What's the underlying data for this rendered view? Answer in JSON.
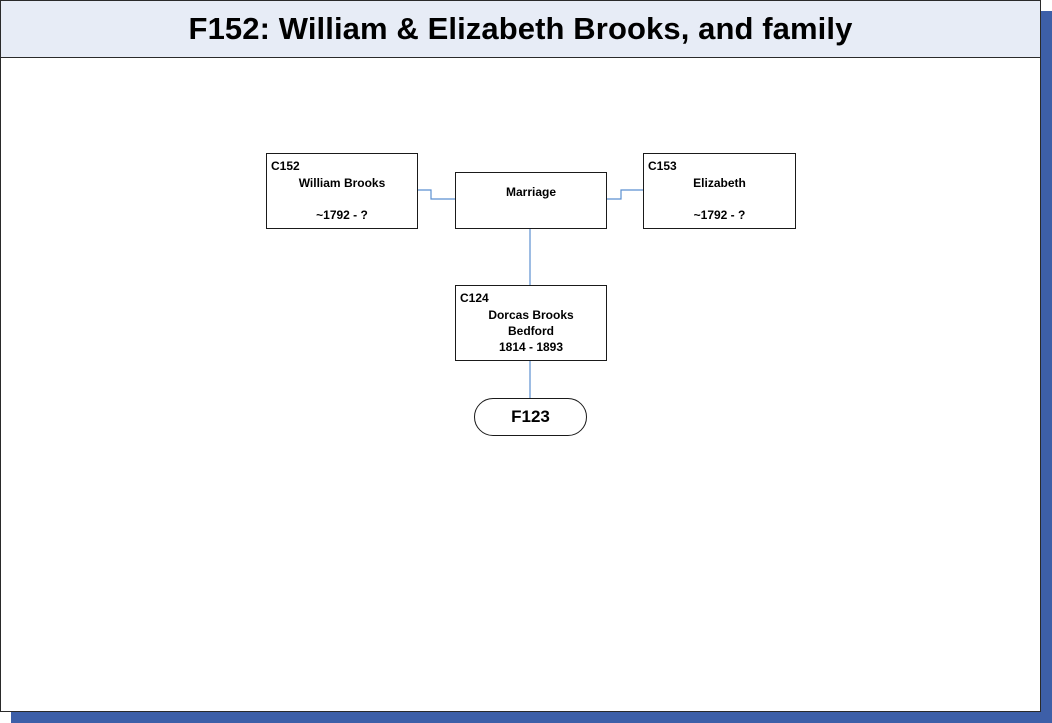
{
  "title": "F152: William & Elizabeth Brooks, and family",
  "colors": {
    "shadow": "#3d5fa8",
    "title_bg": "#e7ecf6",
    "connector": "#5b8fd0"
  },
  "persons": {
    "husband": {
      "id": "C152",
      "name": "William Brooks",
      "dates": "~1792 - ?"
    },
    "wife": {
      "id": "C153",
      "name": "Elizabeth",
      "dates": "~1792 - ?"
    },
    "child": {
      "id": "C124",
      "name": "Dorcas Brooks",
      "place": "Bedford",
      "dates": "1814 - 1893"
    }
  },
  "marriage": {
    "label": "Marriage"
  },
  "link": {
    "label": "F123"
  }
}
